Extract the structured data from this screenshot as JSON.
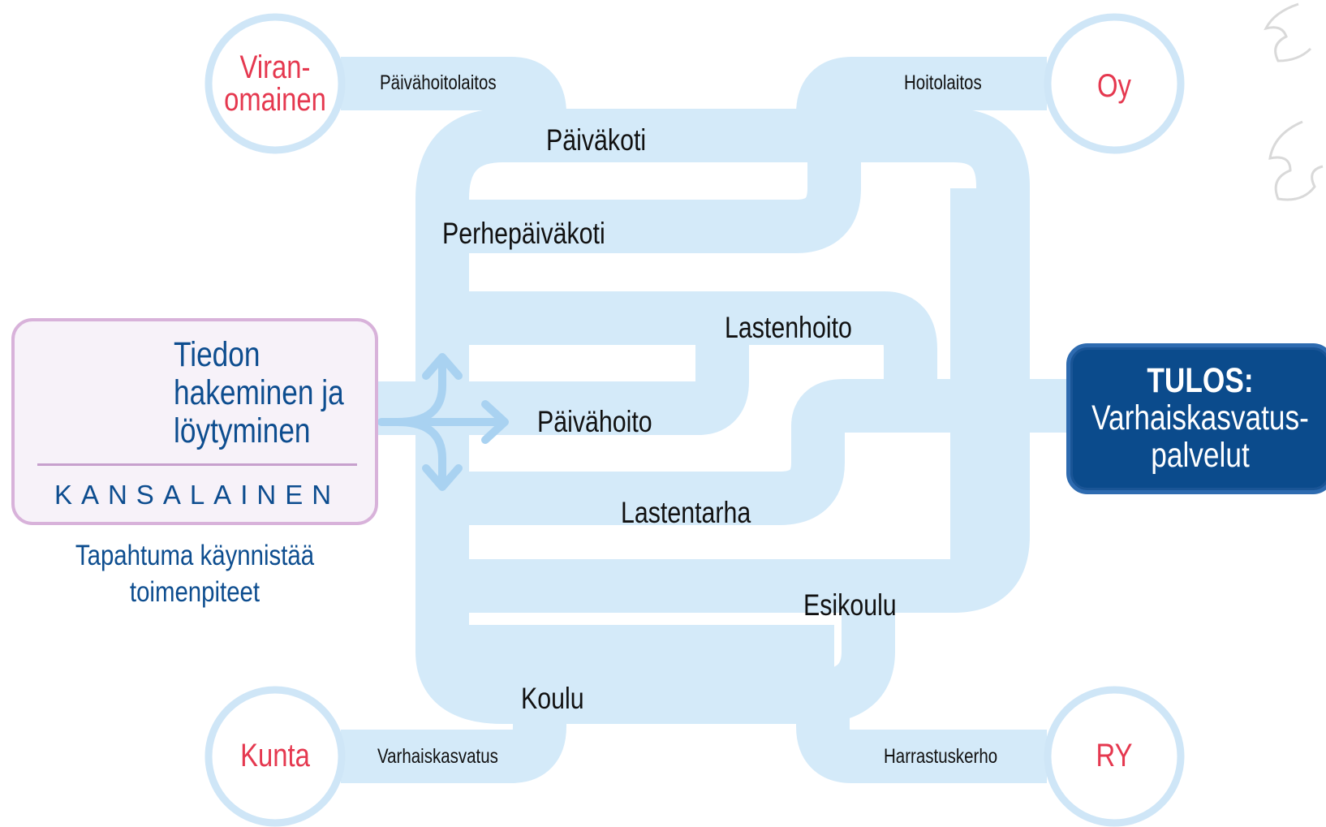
{
  "actors": {
    "viranomainen": {
      "line1": "Viran-",
      "line2": "omainen"
    },
    "oy": "Oy",
    "kunta": "Kunta",
    "ry": "RY"
  },
  "links": {
    "paivahoitolaitos": "Päivähoitolaitos",
    "hoitolaitos": "Hoitolaitos",
    "varhaiskasvatus": "Varhaiskasvatus",
    "harrastuskerho": "Harrastuskerho"
  },
  "routes": {
    "paivakoti": "Päiväkoti",
    "perhepaivakoti": "Perhepäiväkoti",
    "lastenhoito": "Lastenhoito",
    "paivahoito": "Päivähoito",
    "lastentarha": "Lastentarha",
    "esikoulu": "Esikoulu",
    "koulu": "Koulu"
  },
  "citizen": {
    "title_line1": "Tiedon",
    "title_line2": "hakeminen ja",
    "title_line3": "löytyminen",
    "role": "KANSALAINEN",
    "trigger_line1": "Tapahtuma käynnistää",
    "trigger_line2": "toimenpiteet"
  },
  "result": {
    "title": "TULOS:",
    "line1": "Varhaiskasvatus-",
    "line2": "palvelut"
  },
  "colors": {
    "pipe": "#d4eaf9",
    "circle_border": "#cfe6f7",
    "actor_text": "#e5384f",
    "citizen_text": "#0d4d8f",
    "citizen_border": "#d8b2da",
    "citizen_bg": "#f7f2f9",
    "result_bg": "#0b4b8c",
    "arrow": "#a9d2f1"
  },
  "icons": {
    "citizen": "person-at-laptop-icon",
    "arrows": "three-way-arrow-icon",
    "decor": "ornament-icon"
  }
}
